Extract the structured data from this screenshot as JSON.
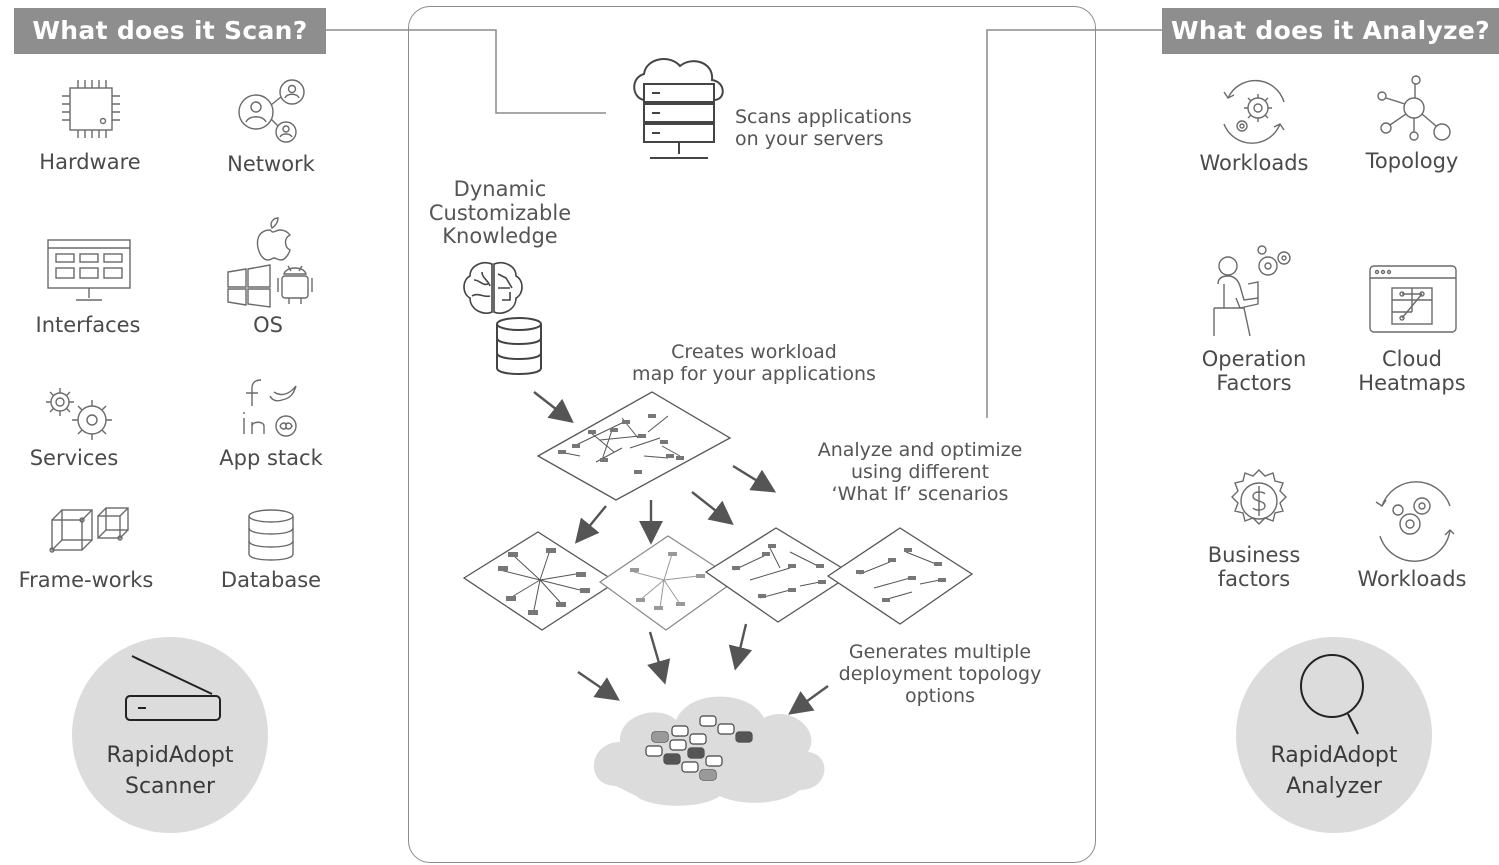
{
  "left_header": "What does it Scan?",
  "right_header": "What does it Analyze?",
  "scan_items": [
    {
      "label": "Hardware",
      "icon": "chip-icon"
    },
    {
      "label": "Network",
      "icon": "network-users-icon"
    },
    {
      "label": "Interfaces",
      "icon": "interface-screen-icon"
    },
    {
      "label": "OS",
      "icon": "os-logos-icon"
    },
    {
      "label": "Services",
      "icon": "gears-icon"
    },
    {
      "label": "App stack",
      "icon": "social-apps-icon"
    },
    {
      "label": "Frame-works",
      "icon": "cubes-icon"
    },
    {
      "label": "Database",
      "icon": "database-icon"
    }
  ],
  "analyze_items": [
    {
      "label": "Workloads",
      "icon": "gear-cycle-icon"
    },
    {
      "label": "Topology",
      "icon": "topology-icon"
    },
    {
      "label": "Operation\nFactors",
      "icon": "person-gears-icon"
    },
    {
      "label": "Cloud\nHeatmaps",
      "icon": "heatmap-window-icon"
    },
    {
      "label": "Business\nfactors",
      "icon": "dollar-gear-icon"
    },
    {
      "label": "Workloads",
      "icon": "gear-cycle-icon"
    }
  ],
  "scanner_label": "RapidAdopt\nScanner",
  "analyzer_label": "RapidAdopt\nAnalyzer",
  "flow": {
    "scans": "Scans applications\non your servers",
    "knowledge": "Dynamic\nCustomizable\nKnowledge",
    "creates": "Creates workload\nmap for your applications",
    "analyze": "Analyze and optimize\nusing different\n‘What If’ scenarios",
    "generates": "Generates multiple\ndeployment topology\noptions"
  },
  "colors": {
    "header_bg": "#8e8e8e",
    "circle_bg": "#dcdcdc",
    "line": "#8c8c8c",
    "icon": "#6a6a6a"
  }
}
